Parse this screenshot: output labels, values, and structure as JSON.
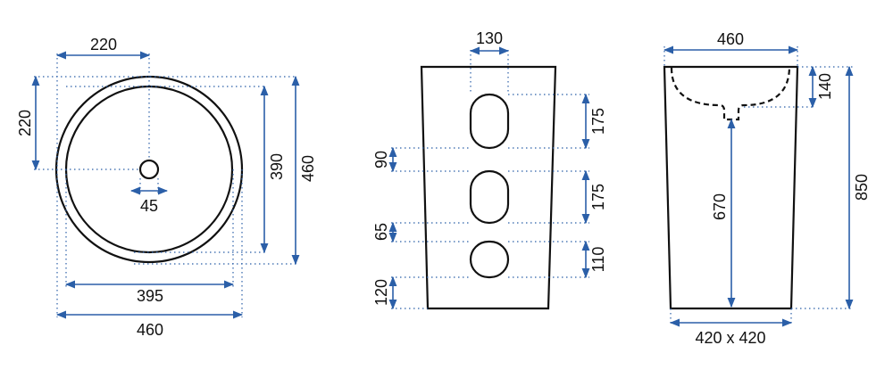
{
  "colors": {
    "outline": "#111111",
    "dimension": "#2b5fa8",
    "background": "#ffffff"
  },
  "top_view": {
    "dims": {
      "drain_offset_x": "220",
      "drain_offset_y": "220",
      "drain_diameter": "45",
      "inner_diameter_v": "390",
      "outer_diameter_v": "460",
      "inner_diameter_h": "395",
      "outer_diameter_h": "460"
    }
  },
  "back_view": {
    "dims": {
      "hole_width": "130",
      "top_hole_height": "175",
      "gap_top": "90",
      "mid_hole_height": "175",
      "gap_mid": "65",
      "bottom_hole_height": "110",
      "base_height": "120"
    }
  },
  "side_view": {
    "dims": {
      "top_width": "460",
      "bowl_depth": "140",
      "drain_height": "670",
      "total_height": "850",
      "base_size": "420 x 420"
    }
  }
}
